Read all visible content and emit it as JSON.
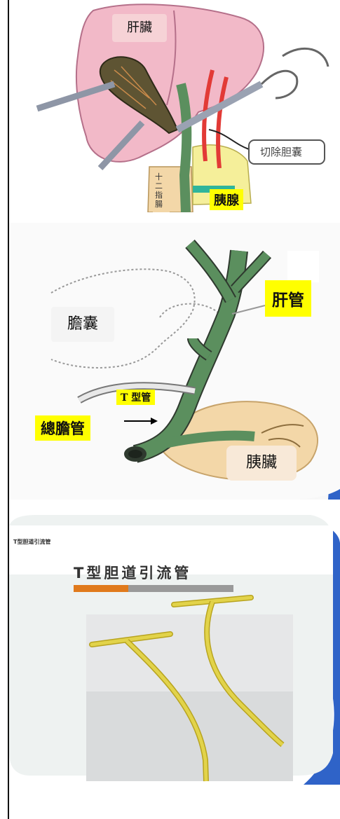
{
  "panel1": {
    "liver_label": "肝臟",
    "remove_label": "切除胆囊",
    "pancreas_label": "胰腺",
    "duodenum_label": "十二指腸"
  },
  "panel2": {
    "hepatic_duct_label": "肝管",
    "gallbladder_label": "膽囊",
    "t_tube_label": "T 型管",
    "common_bile_duct_label": "總膽管",
    "pancreas_label": "胰臟"
  },
  "panel3": {
    "header_small": "T型胆道引流管",
    "slide_title": "T型胆道引流管"
  },
  "colors": {
    "highlight": "#ffff00",
    "liver": "#f2b9c8",
    "duct_green": "#5b8f5e",
    "pancreas": "#f3d7a8",
    "tube_yellow": "#d9c93a",
    "slide_accent_orange": "#e07a1c",
    "slide_accent_blue": "#2f63c8"
  }
}
